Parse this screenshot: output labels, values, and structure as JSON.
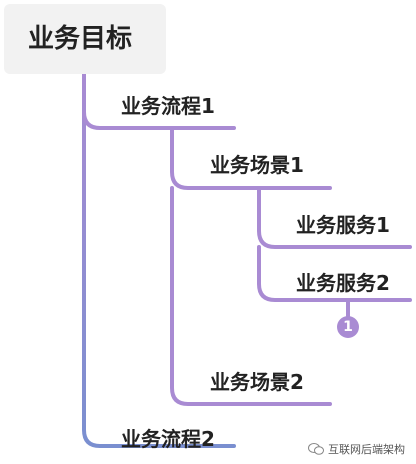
{
  "root": {
    "label": "业务目标"
  },
  "nodes": {
    "process1": "业务流程1",
    "scene1": "业务场景1",
    "service1": "业务服务1",
    "service2": "业务服务2",
    "scene2": "业务场景2",
    "process2": "业务流程2"
  },
  "badge": {
    "value": "1"
  },
  "watermark": {
    "text": "互联网后端架构",
    "icon": "wechat-icon"
  },
  "colors": {
    "purple_branch": "#a98bd3",
    "blue_branch": "#7a8fd0",
    "root_background": "#f2f2f2"
  }
}
